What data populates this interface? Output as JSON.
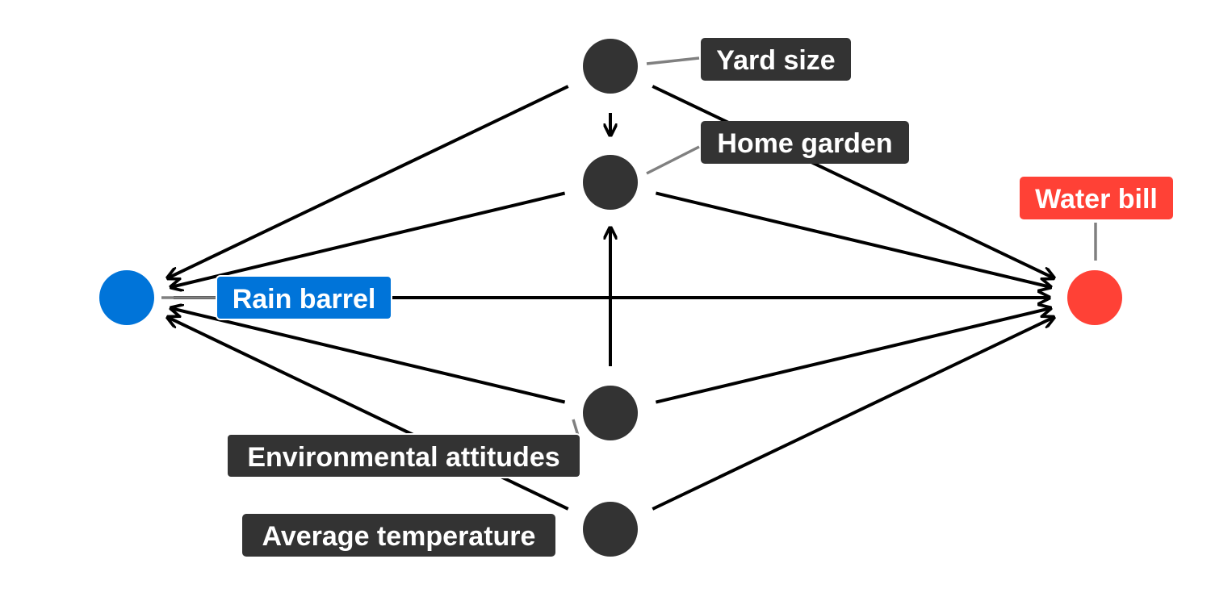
{
  "colors": {
    "exposure": "#0074D9",
    "outcome": "#FF4136",
    "node": "#333333",
    "edge": "#000000",
    "leader": "#808080",
    "label_text": "#FFFFFF"
  },
  "nodes": {
    "yard_size": {
      "label": "Yard size",
      "role": "node"
    },
    "home_garden": {
      "label": "Home garden",
      "role": "node"
    },
    "rain_barrel": {
      "label": "Rain barrel",
      "role": "exposure"
    },
    "water_bill": {
      "label": "Water bill",
      "role": "outcome"
    },
    "env_attitudes": {
      "label": "Environmental attitudes",
      "role": "node"
    },
    "avg_temperature": {
      "label": "Average temperature",
      "role": "node"
    }
  },
  "edges": [
    {
      "from": "yard_size",
      "to": "home_garden"
    },
    {
      "from": "yard_size",
      "to": "rain_barrel"
    },
    {
      "from": "yard_size",
      "to": "water_bill"
    },
    {
      "from": "home_garden",
      "to": "rain_barrel"
    },
    {
      "from": "home_garden",
      "to": "water_bill"
    },
    {
      "from": "rain_barrel",
      "to": "water_bill"
    },
    {
      "from": "env_attitudes",
      "to": "home_garden"
    },
    {
      "from": "env_attitudes",
      "to": "rain_barrel"
    },
    {
      "from": "env_attitudes",
      "to": "water_bill"
    },
    {
      "from": "avg_temperature",
      "to": "rain_barrel"
    },
    {
      "from": "avg_temperature",
      "to": "water_bill"
    }
  ]
}
